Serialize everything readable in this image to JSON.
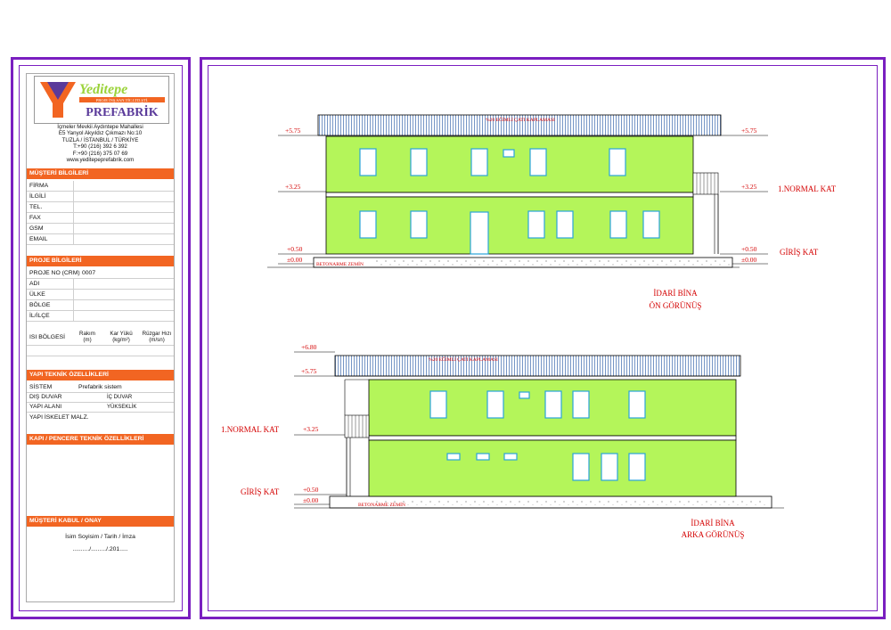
{
  "title_block": {
    "logo": {
      "brand_top": "Yeditepe",
      "brand_sub": "PROJE İNŞ.SAN.TİC.LTD.ŞTİ.",
      "brand_main": "PREFABRİK"
    },
    "address_lines": [
      "İçmeler Mevkii Aydıntepe Mahallesi",
      "E5 Yanyol Akyıldız Çıkmazı No:10",
      "TUZLA / İSTANBUL / TÜRKİYE",
      "T:+90 (216) 392 6 392",
      "F:+90 (216) 375 07 69",
      "www.yeditepeprefabrik.com"
    ],
    "customer": {
      "header": "MÜŞTERİ BİLGİLERİ",
      "fields": [
        "FİRMA",
        "İLGİLİ",
        "TEL.",
        "FAX",
        "GSM",
        "EMAIL"
      ]
    },
    "project": {
      "header": "PROJE BİLGİLERİ",
      "fields": [
        {
          "label": "PROJE NO (CRM)",
          "value": "0007"
        },
        {
          "label": "ADI",
          "value": ""
        },
        {
          "label": "ÜLKE",
          "value": ""
        },
        {
          "label": "BÖLGE",
          "value": ""
        },
        {
          "label": "İL/İLÇE",
          "value": ""
        }
      ],
      "climate": {
        "label": "ISI BÖLGESİ",
        "col1": "Rakım (m)",
        "col2": "Kar Yükü (kg/m²)",
        "col3": "Rüzgar Hızı (m/sn)"
      }
    },
    "technical": {
      "header": "YAPI TEKNİK ÖZELLİKLERİ",
      "system_label": "SİSTEM",
      "system_value": "Prefabrik sistem",
      "outer_wall": "DIŞ DUVAR",
      "inner_wall": "İÇ DUVAR",
      "area": "YAPI ALANI",
      "height": "YÜKSEKLİK",
      "skeleton": "YAPI İSKELET MALZ."
    },
    "doors_windows": {
      "header": "KAPI / PENCERE TEKNİK ÖZELLİKLERİ"
    },
    "approval": {
      "header": "MÜŞTERİ KABUL / ONAY",
      "name_line": "İsim Soyisim / Tarih / İmza",
      "date_line": "........../........./.201....."
    }
  },
  "drawings": {
    "front": {
      "roof_label": "%20 EĞİMLİ ÇATI KAPLAMASI",
      "ground_label": "BETONARME ZEMİN",
      "levels": [
        "+5.75",
        "+3.25",
        "+0.50",
        "±0.00"
      ],
      "floor_labels": [
        "1.NORMAL KAT",
        "GİRİŞ KAT"
      ],
      "caption": [
        "İDARİ BİNA",
        "ÖN GÖRÜNÜŞ"
      ]
    },
    "back": {
      "roof_label": "%20 EĞİMLİ ÇATI KAPLAMASI",
      "ground_label": "BETONARME ZEMİN",
      "levels": [
        "+6.80",
        "+5.75",
        "+3.25",
        "+0.50",
        "±0.00"
      ],
      "floor_labels": [
        "1.NORMAL KAT",
        "GİRİŞ KAT"
      ],
      "caption": [
        "İDARİ BİNA",
        "ARKA GÖRÜNÜŞ"
      ]
    },
    "colors": {
      "wall": "#b4f55a",
      "frame": "#7a1fc0",
      "accent": "#f26522",
      "label": "#d40000"
    }
  }
}
